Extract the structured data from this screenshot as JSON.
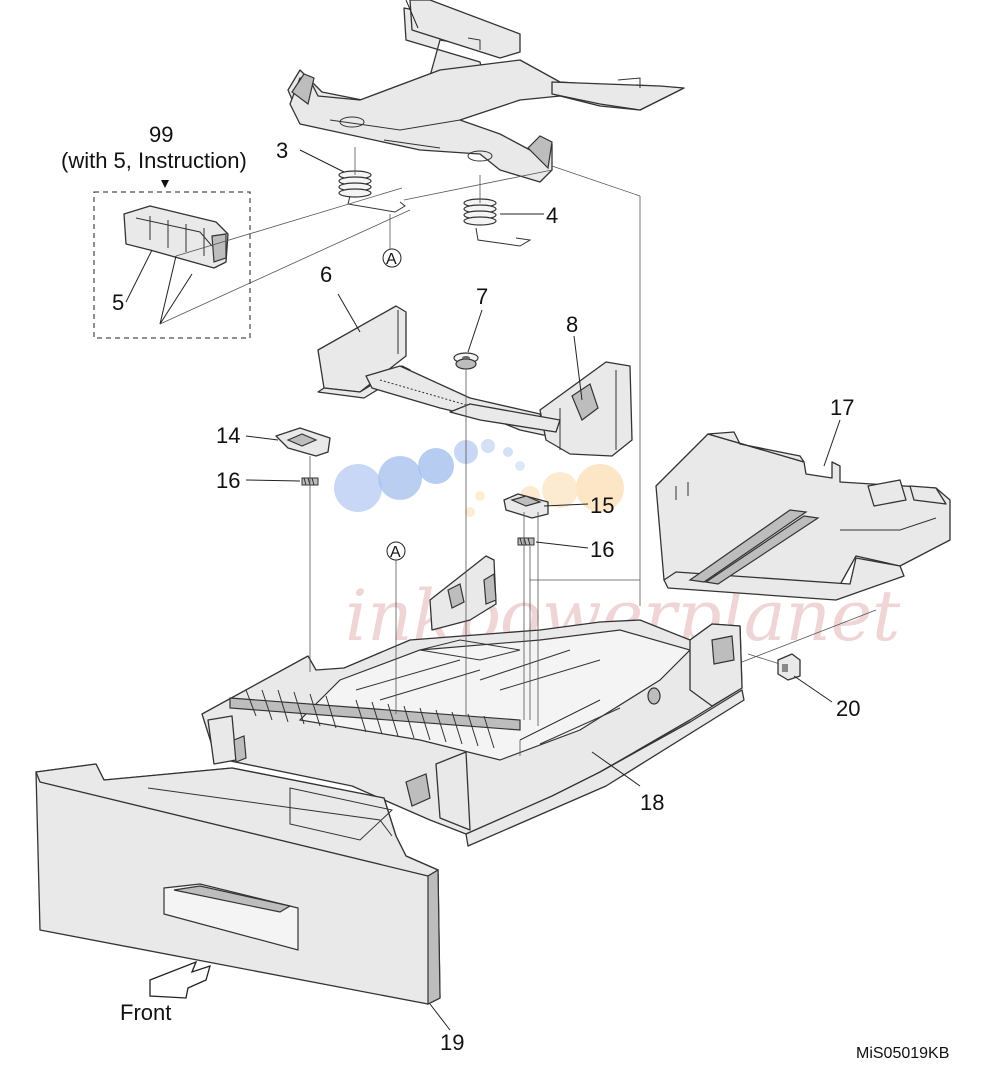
{
  "callouts": {
    "c99": "99",
    "c99_note": "(with 5, Instruction)",
    "c3": "3",
    "c4": "4",
    "c5": "5",
    "c6": "6",
    "c7": "7",
    "c8": "8",
    "c14": "14",
    "c15": "15",
    "c16a": "16",
    "c16b": "16",
    "c17": "17",
    "c18": "18",
    "c19": "19",
    "c20": "20"
  },
  "refs": {
    "a_top": "A",
    "a_bottom": "A"
  },
  "front_label": "Front",
  "figure_id": "MiS05019KB",
  "watermark": "inkpowerplanet"
}
